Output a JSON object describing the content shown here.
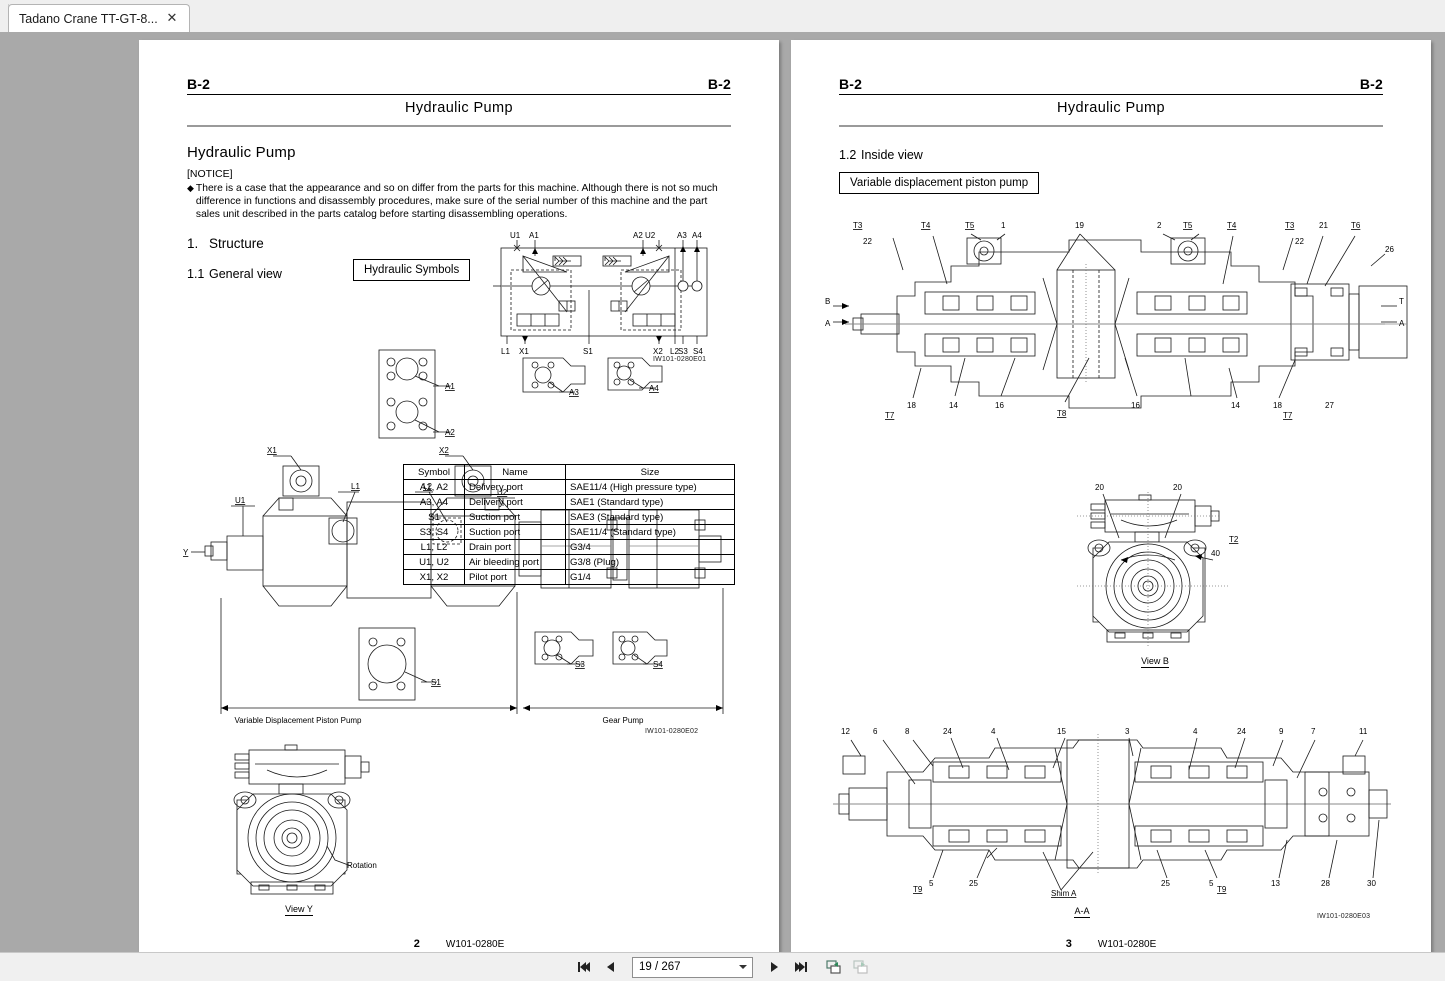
{
  "window": {
    "tab": {
      "title": "Tadano Crane TT-GT-8...",
      "close_icon": "close-icon"
    }
  },
  "toolbar": {
    "first_page_icon": "first-page-icon",
    "prev_page_icon": "prev-page-icon",
    "page_value": "19 / 267",
    "page_dropdown_icon": "chevron-down-icon",
    "next_page_icon": "next-page-icon",
    "last_page_icon": "last-page-icon",
    "prev_view_icon": "previous-view-icon",
    "next_view_icon": "next-view-icon"
  },
  "left_page": {
    "head_left": "B-2",
    "head_right": "B-2",
    "chapter_title": "Hydraulic Pump",
    "section_title": "Hydraulic Pump",
    "notice_label": "[NOTICE]",
    "notice_bullet": "◆",
    "notice_text": "There is a case that the appearance and so on differ from the parts for this machine. Although there is not so much difference in functions and disassembly procedures, make sure of the serial number of this machine and the part sales unit described in the parts catalog before starting disassembling operations.",
    "h2_num": "1.",
    "h2_text": "Structure",
    "h3_num": "1.1",
    "h3_text": "General view",
    "symbols_box": "Hydraulic Symbols",
    "symbol_fig_code": "IW101-0280E01",
    "symbol_top_labels": [
      "U1",
      "A1",
      "A2 U2",
      "A3",
      "A4"
    ],
    "symbol_bottom_labels": [
      "L1",
      "X1",
      "S1",
      "X2",
      "L2",
      "S3",
      "S4"
    ],
    "general_fig_code": "IW101-0280E02",
    "general_callouts": [
      "A1",
      "A2",
      "A3",
      "A4",
      "X1",
      "X2",
      "L1",
      "L2",
      "U1",
      "U2",
      "S1",
      "S3",
      "S4",
      "Y"
    ],
    "span_left_label": "Variable Displacement Piston Pump",
    "span_right_label": "Gear Pump",
    "view_y_caption": "View Y",
    "view_y_rotation_label": "Rotation",
    "port_table": {
      "headers": [
        "Symbol",
        "Name",
        "Size"
      ],
      "rows": [
        [
          "A1, A2",
          "Delivery port",
          "SAE11/4 (High pressure type)"
        ],
        [
          "A3, A4",
          "Delivery port",
          "SAE1 (Standard type)"
        ],
        [
          "S1",
          "Suction port",
          "SAE3 (Standard type)"
        ],
        [
          "S3, S4",
          "Suction port",
          "SAE11/4 (Standard type)"
        ],
        [
          "L1, L2",
          "Drain port",
          "G3/4"
        ],
        [
          "U1, U2",
          "Air bleeding port",
          "G3/8 (Plug)"
        ],
        [
          "X1, X2",
          "Pilot port",
          "G1/4"
        ]
      ]
    },
    "footer_page": "2",
    "footer_doc": "W101-0280E"
  },
  "right_page": {
    "head_left": "B-2",
    "head_right": "B-2",
    "chapter_title": "Hydraulic Pump",
    "h3_num": "1.2",
    "h3_text": "Inside view",
    "pump_box": "Variable displacement piston pump",
    "fig1_code": "IW101-0280E03",
    "fig1_top_labels": [
      "T3",
      "22",
      "T4",
      "T5",
      "1",
      "19",
      "2",
      "T5",
      "T4",
      "T3",
      "22",
      "21",
      "T6"
    ],
    "fig1_side_labels": [
      "B",
      "A",
      "T",
      "26",
      "T",
      "A"
    ],
    "fig1_bottom_labels": [
      "T7",
      "18",
      "14",
      "16",
      "T8",
      "16",
      "14",
      "18",
      "T7",
      "27"
    ],
    "fig2_labels": [
      "20",
      "20",
      "T2",
      "40"
    ],
    "fig2_caption": "View B",
    "fig3_top_labels": [
      "12",
      "6",
      "8",
      "24",
      "4",
      "15",
      "3",
      "4",
      "24",
      "9",
      "7",
      "11"
    ],
    "fig3_bottom_labels": [
      "T9",
      "5",
      "25",
      "Shim A",
      "25",
      "5",
      "T9",
      "13",
      "28",
      "30"
    ],
    "fig3_caption": "A-A",
    "footer_page": "3",
    "footer_doc": "W101-0280E"
  },
  "colors": {
    "app_bg": "#a9a9a9",
    "chrome_bg": "#efefef",
    "page_bg": "#ffffff",
    "rule": "#9a9a9a"
  }
}
